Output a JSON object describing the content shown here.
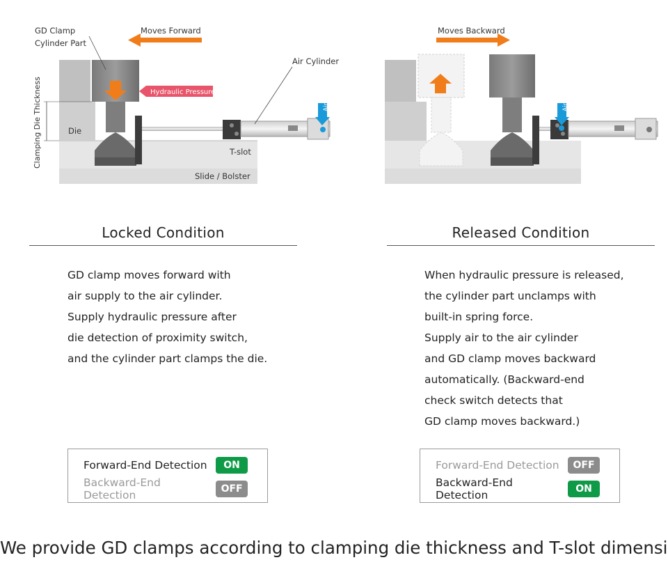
{
  "locked": {
    "labels": {
      "gd_clamp_line1": "GD Clamp",
      "gd_clamp_line2": "Cylinder Part",
      "moves_forward": "Moves Forward",
      "hydraulic_pressure": "Hydraulic Pressure",
      "air_cylinder": "Air Cylinder",
      "air": "Air",
      "clamping_die_thickness": "Clamping Die Thickness",
      "die": "Die",
      "t_slot": "T-slot",
      "slide_bolster": "Slide / Bolster"
    },
    "title": "Locked Condition",
    "description": [
      "GD clamp moves forward with",
      "air supply to the air cylinder.",
      "Supply hydraulic pressure after",
      "die detection of proximity switch,",
      "and the cylinder part clamps the die."
    ],
    "status": [
      {
        "label": "Forward-End Detection",
        "value": "ON"
      },
      {
        "label": "Backward-End Detection",
        "value": "OFF"
      }
    ]
  },
  "released": {
    "labels": {
      "moves_backward": "Moves Backward",
      "air": "Air"
    },
    "title": "Released Condition",
    "description": [
      "When hydraulic pressure is released,",
      "the cylinder part unclamps with",
      "built-in spring force.",
      "Supply air to the air cylinder",
      "and GD clamp moves backward",
      "automatically. (Backward-end",
      "check switch detects that",
      "GD clamp moves backward.)"
    ],
    "status": [
      {
        "label": "Forward-End Detection",
        "value": "OFF"
      },
      {
        "label": "Backward-End Detection",
        "value": "ON"
      }
    ]
  },
  "footer": "We provide GD clamps according to clamping die thickness and T-slot dimension.",
  "colors": {
    "orange": "#f07d1a",
    "red_arrow": "#e8546a",
    "blue_air": "#1a9ad9",
    "on_green": "#0f9a48",
    "off_gray": "#8c8c8c"
  }
}
